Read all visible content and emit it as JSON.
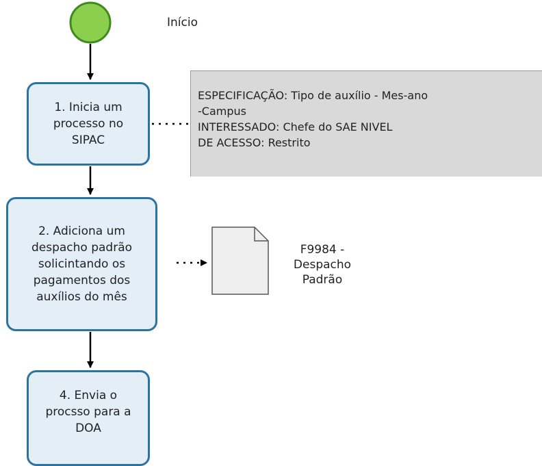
{
  "start_event": {
    "label": "Início",
    "fill_color": "#8ccf4e",
    "stroke_color": "#3f8a1d"
  },
  "tasks": [
    {
      "label": "1. Inicia um\nprocesso no\nSIPAC"
    },
    {
      "label": "2. Adiciona um\ndespacho padrão\nsolicintando os\npagamentos dos\nauxílios do mês"
    },
    {
      "label": "4. Envia o\nprocsso para a\nDOA"
    }
  ],
  "annotation": {
    "text": "ESPECIFICAÇÃO: Tipo de auxílio - Mes-ano\n-Campus\nINTERESSADO: Chefe do SAE NIVEL\nDE ACESSO: Restrito"
  },
  "document": {
    "label": "F9984 -\nDespacho\nPadrão"
  },
  "colors": {
    "task_border": "#2a74a3",
    "task_fill": "#e3eef6",
    "annotation_fill": "#d9d9d9",
    "connector": "#000000"
  }
}
